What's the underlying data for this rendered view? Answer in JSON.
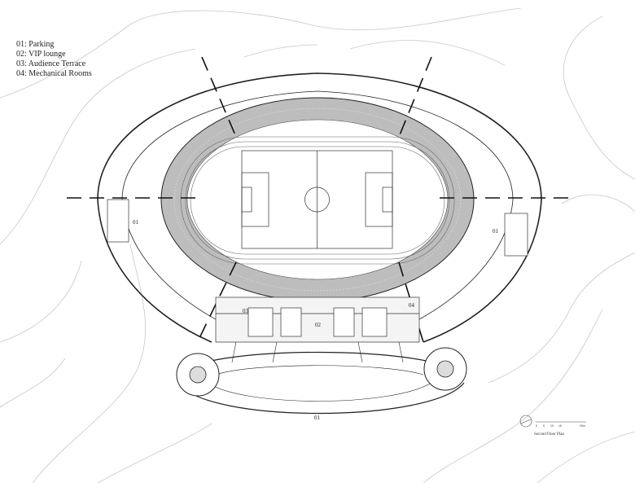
{
  "legend": {
    "items": [
      "01: Parking",
      "02: VIP lounge",
      "03: Audience Terrace",
      "04: Mechanical Rooms"
    ]
  },
  "plan_labels": {
    "parking_west": "01",
    "parking_east": "01",
    "parking_south": "01",
    "vip_lounge": "02",
    "audience_terrace": "03",
    "mechanical_rooms": "04"
  },
  "scale_bar": {
    "ticks": [
      "0",
      "5",
      "10",
      "15",
      "20m"
    ]
  },
  "caption": "Second Floor Plan"
}
